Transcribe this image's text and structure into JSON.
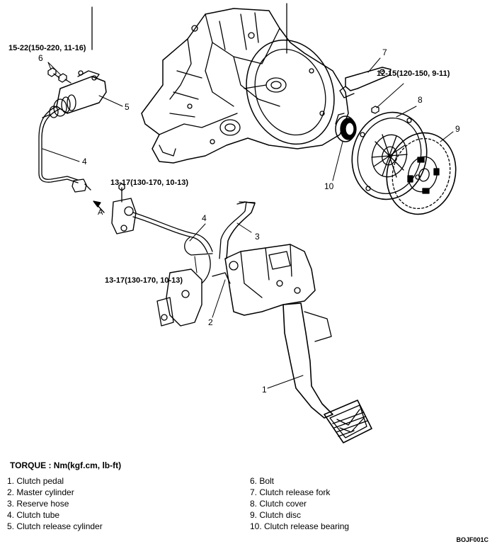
{
  "torque_specs": {
    "release_cylinder": "15-22(150-220, 11-16)",
    "release_fork": "12-15(120-150, 9-11)",
    "tube_bracket_upper": "13-17(130-170, 10-13)",
    "tube_bracket_lower": "13-17(130-170, 10-13)"
  },
  "callouts": {
    "n1": "1",
    "n2": "2",
    "n3": "3",
    "n4a": "4",
    "n4b": "4",
    "n5": "5",
    "n6": "6",
    "n7": "7",
    "n8": "8",
    "n9": "9",
    "n10": "10",
    "view_a": "A"
  },
  "torque_title": "TORQUE : Nm(kgf.cm, lb-ft)",
  "legend_left": [
    "1. Clutch pedal",
    "2. Master cylinder",
    "3. Reserve hose",
    "4. Clutch tube",
    "5. Clutch release cylinder"
  ],
  "legend_right": [
    "6. Bolt",
    "7. Clutch release fork",
    "8. Clutch cover",
    "9. Clutch disc",
    "10. Clutch release bearing"
  ],
  "figure_code": "BOJF001C"
}
